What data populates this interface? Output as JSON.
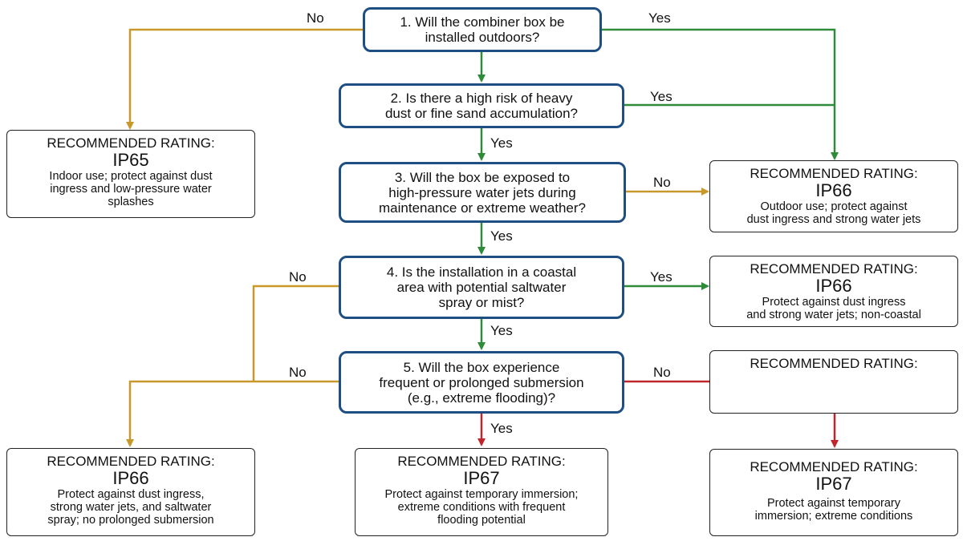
{
  "colors": {
    "question_border": "#1f4e82",
    "yes": "#2e8b3a",
    "no": "#c8982a",
    "no_red": "#c0272d"
  },
  "questions": [
    {
      "text": "1. Will the combiner box be\ninstalled outdoors?"
    },
    {
      "text": "2. Is there a high risk of heavy\ndust or fine sand accumulation?"
    },
    {
      "text": "3. Will the box be exposed to\nhigh-pressure water jets during\nmaintenance or extreme weather?"
    },
    {
      "text": "4. Is the installation in a coastal\narea with potential saltwater\nspray or mist?"
    },
    {
      "text": "5. Will the box experience\nfrequent or prolonged submersion\n(e.g., extreme flooding)?"
    }
  ],
  "results": [
    {
      "heading": "RECOMMENDED RATING:",
      "rating": "IP65",
      "description": "Indoor use; protect against dust\ningress and low-pressure water\nsplashes"
    },
    {
      "heading": "RECOMMENDED RATING:",
      "rating": "IP66",
      "description": "Outdoor use; protect against\ndust ingress and strong water jets"
    },
    {
      "heading": "RECOMMENDED RATING:",
      "rating": "IP66",
      "description": "Protect against dust ingress\nand strong water jets; non-coastal"
    },
    {
      "heading": "RECOMMENDED RATING:",
      "rating": "",
      "description": ""
    },
    {
      "heading": "RECOMMENDED RATING:",
      "rating": "IP66",
      "description": "Protect against dust ingress,\nstrong water jets, and saltwater\nspray; no prolonged submersion"
    },
    {
      "heading": "RECOMMENDED RATING:",
      "rating": "IP67",
      "description": "Protect against temporary immersion;\nextreme conditions with frequent\nflooding potential"
    },
    {
      "heading": "RECOMMENDED RATING:",
      "rating": "IP67",
      "description": "Protect against temporary\nimmersion; extreme conditions"
    }
  ],
  "edge_labels": {
    "q1_no": "No",
    "q1_yes": "Yes",
    "q2_yes_right": "Yes",
    "q2_yes_down": "Yes",
    "q3_no": "No",
    "q3_yes": "Yes",
    "q4_no": "No",
    "q4_yes_right": "Yes",
    "q4_yes_down": "Yes",
    "q5_no_left": "No",
    "q5_no_right": "No",
    "q5_yes": "Yes"
  }
}
